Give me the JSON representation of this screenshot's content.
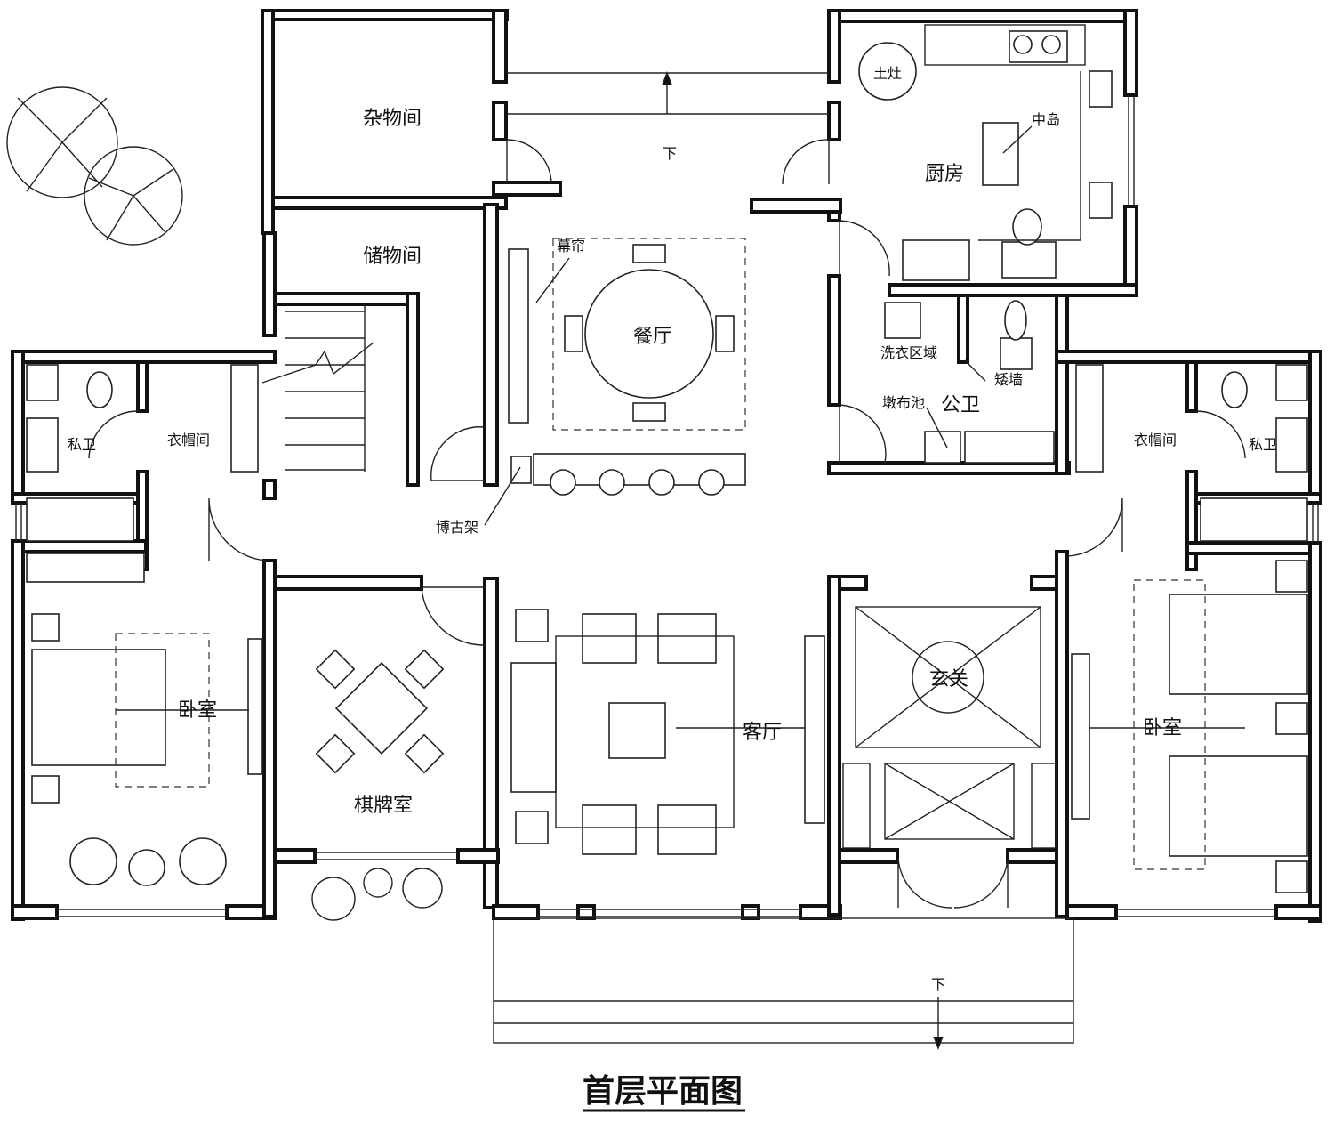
{
  "title": "首层平面图",
  "rooms": {
    "utility": "杂物间",
    "storage": "储物间",
    "kitchen": "厨房",
    "island": "中岛",
    "stove": "土灶",
    "dining": "餐厅",
    "curtain": "幕帘",
    "curio": "博古架",
    "laundry": "洗衣区域",
    "mop_sink": "墩布池",
    "public_bath": "公卫",
    "low_wall": "矮墙",
    "closet_left": "衣帽间",
    "closet_right": "衣帽间",
    "bath_left": "私卫",
    "bath_right": "私卫",
    "bedroom_left": "卧室",
    "bedroom_right": "卧室",
    "chess_room": "棋牌室",
    "living": "客厅",
    "foyer": "玄关",
    "down_north": "下",
    "down_south": "下"
  }
}
